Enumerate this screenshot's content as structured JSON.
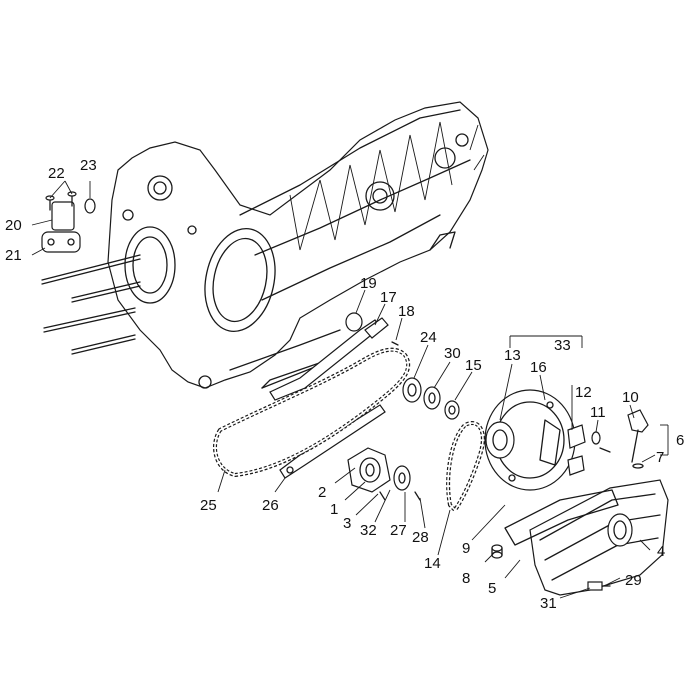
{
  "callouts": {
    "c1": "1",
    "c2": "2",
    "c3": "3",
    "c4": "4",
    "c5": "5",
    "c6": "6",
    "c7": "7",
    "c8": "8",
    "c9": "9",
    "c10": "10",
    "c11": "11",
    "c12": "12",
    "c13": "13",
    "c14": "14",
    "c15": "15",
    "c16": "16",
    "c17": "17",
    "c18": "18",
    "c19": "19",
    "c20": "20",
    "c21": "21",
    "c22": "22",
    "c23": "23",
    "c24": "24",
    "c25": "25",
    "c26": "26",
    "c27": "27",
    "c28": "28",
    "c29": "29",
    "c30": "30",
    "c31": "31",
    "c32": "32",
    "c33": "33"
  },
  "colors": {
    "line": "#1a1a1a",
    "background": "#ffffff"
  }
}
